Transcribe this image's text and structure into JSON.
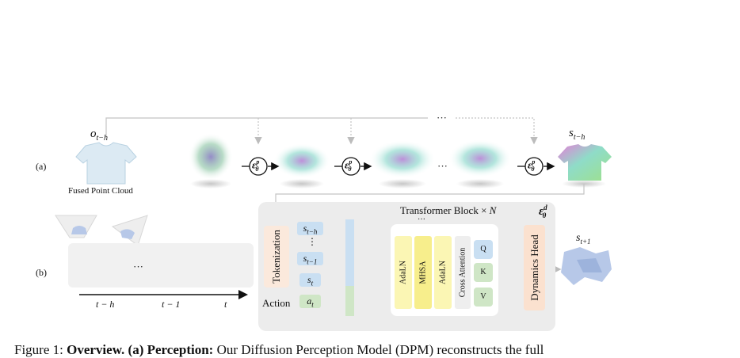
{
  "diagram": {
    "panel_a_label": "(a)",
    "panel_b_label": "(b)",
    "fused_point_cloud_label": "Fused Point Cloud",
    "obs_label": "o",
    "obs_sub": "t−h",
    "state_label": "s",
    "state_sub": "t−h",
    "next_state_label": "s",
    "next_state_sub": "t+1",
    "dots_top": "···",
    "dots_mid": "···",
    "dots_robot": "···",
    "dots_tokens": "⋮",
    "dots_block": "···",
    "perception_model": "ε",
    "perception_sup": "p",
    "perception_sub": "θ",
    "dynamics_model": "ε",
    "dynamics_sup": "d",
    "dynamics_sub": "θ",
    "tokenization_label": "Tokenization",
    "action_label": "Action",
    "tokens": [
      {
        "base": "s",
        "sub": "t−h"
      },
      {
        "base": "s",
        "sub": "t−1"
      },
      {
        "base": "s",
        "sub": "t"
      }
    ],
    "action_token": {
      "base": "a",
      "sub": "t"
    },
    "transformer_title": "Transformer Block × ",
    "transformer_n": "N",
    "adaln_1": "AdaLN",
    "mhsa": "MHSA",
    "adaln_2": "AdaLN",
    "cross_attention": "Cross Attention",
    "q": "Q",
    "k": "K",
    "v": "V",
    "dynamics_head": "Dynamics Head",
    "timeline": [
      "t − h",
      "t − 1",
      "t"
    ]
  },
  "caption": {
    "prefix": "Figure 1: ",
    "bold1": "Overview. (a) Perception:",
    "rest": " Our Diffusion Perception Model (DPM) reconstructs the full"
  },
  "colors": {
    "blue_token": "#c9dff2",
    "green_token": "#cfe6c6",
    "yellow_block": "#fbf6b4",
    "orange_block": "#fbe1cf",
    "panel_gray": "#ececec",
    "arrow_gray": "#c4c4c4"
  }
}
